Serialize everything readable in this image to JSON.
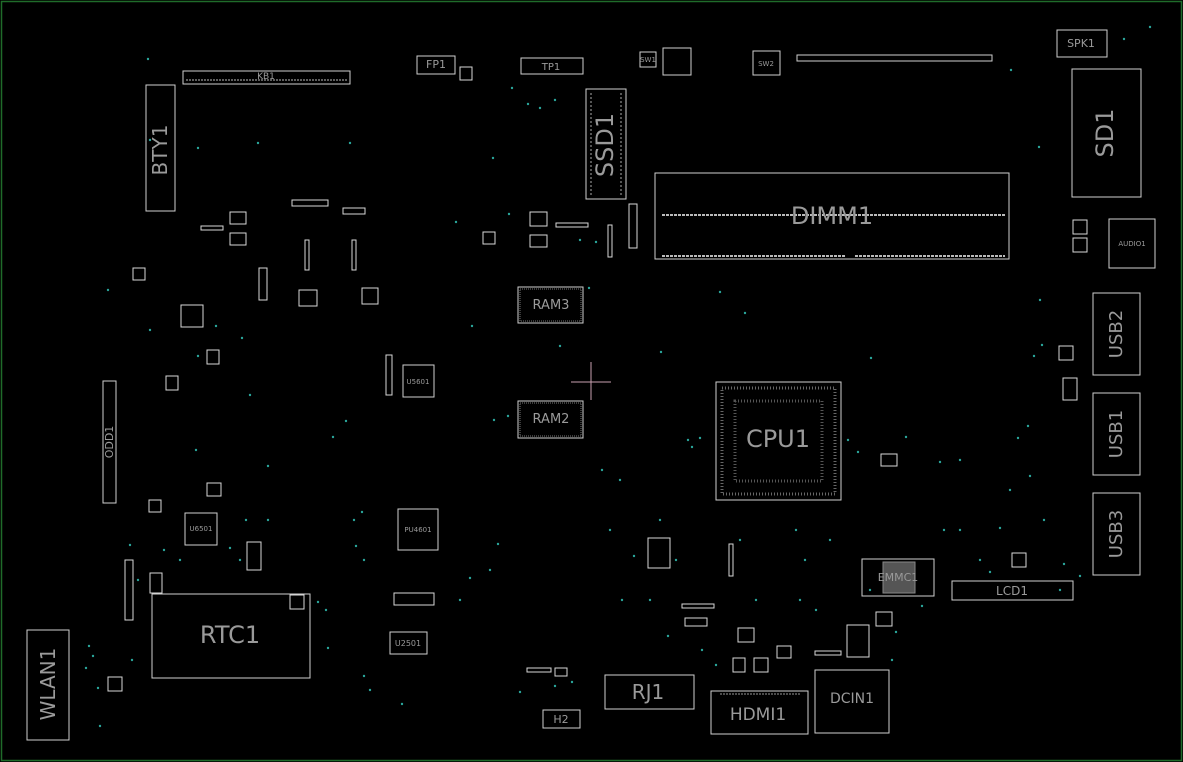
{
  "board": {
    "border_color": "#1f6b2a",
    "background": "#000000",
    "silkscreen_color": "#cfcfcf",
    "via_color": "#2aa59a",
    "cursor_color": "#c9a0b0"
  },
  "components": {
    "kb1": "KB1",
    "fp1": "FP1",
    "tp1": "TP1",
    "sw1": "SW1",
    "sw2": "SW2",
    "spk1": "SPK1",
    "bty1": "BTY1",
    "ssd1": "SSD1",
    "sd1": "SD1",
    "dimm1": "DIMM1",
    "audio1": "AUDIO1",
    "ram3": "RAM3",
    "ram2": "RAM2",
    "usb2": "USB2",
    "usb1": "USB1",
    "usb3": "USB3",
    "cpu1": "CPU1",
    "odd1": "ODD1",
    "u5601": "U5601",
    "u6501": "U6501",
    "pu4601": "PU4601",
    "rtc1": "RTC1",
    "wlan1": "WLAN1",
    "u2501": "U2501",
    "h2": "H2",
    "rj1": "RJ1",
    "hdmi1": "HDMI1",
    "dcin1": "DCIN1",
    "emmc1": "EMMC1",
    "lcd1": "LCD1"
  }
}
